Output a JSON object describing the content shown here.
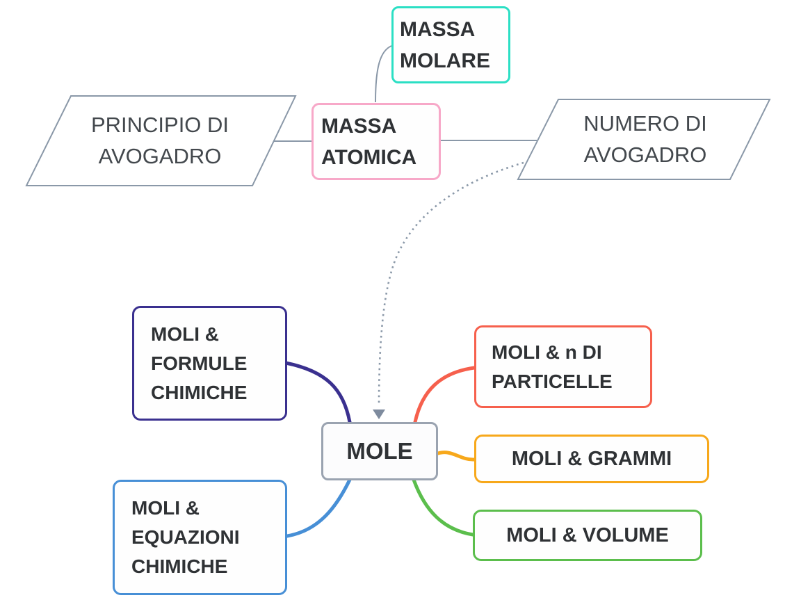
{
  "nodes": {
    "massa_molare": {
      "label": "MASSA\nMOLARE",
      "border_color": "#2bdfc4"
    },
    "massa_atomica": {
      "label": "MASSA\nATOMICA",
      "border_color": "#f7a8c8"
    },
    "principio_avogadro": {
      "label": "PRINCIPIO DI\nAVOGADRO",
      "border_color": "#8a98a8"
    },
    "numero_avogadro": {
      "label": "NUMERO DI\nAVOGADRO",
      "border_color": "#8a98a8"
    },
    "mole": {
      "label": "MOLE",
      "border_color": "#9aa3b0"
    },
    "moli_formule": {
      "label": "MOLI &\nFORMULE\nCHIMICHE",
      "border_color": "#3a308f"
    },
    "moli_particelle": {
      "label": "MOLI & n DI\nPARTICELLE",
      "border_color": "#f6604d"
    },
    "moli_grammi": {
      "label": "MOLI & GRAMMI",
      "border_color": "#f7a81b"
    },
    "moli_volume": {
      "label": "MOLI & VOLUME",
      "border_color": "#5bbe4c"
    },
    "moli_equazioni": {
      "label": "MOLI &\nEQUAZIONI\nCHIMICHE",
      "border_color": "#478fd6"
    }
  },
  "connectors": {
    "plain_color": "#8a98a8",
    "dotted_color": "#8a98a8",
    "arrowhead_color": "#7e8b9e",
    "formule_color": "#3a308f",
    "particelle_color": "#f6604d",
    "grammi_color": "#f7a81b",
    "volume_color": "#5bbe4c",
    "equazioni_color": "#478fd6"
  },
  "colors": {
    "background": "#ffffff",
    "text_dark": "#2f3235",
    "text_regular": "#43484d"
  }
}
